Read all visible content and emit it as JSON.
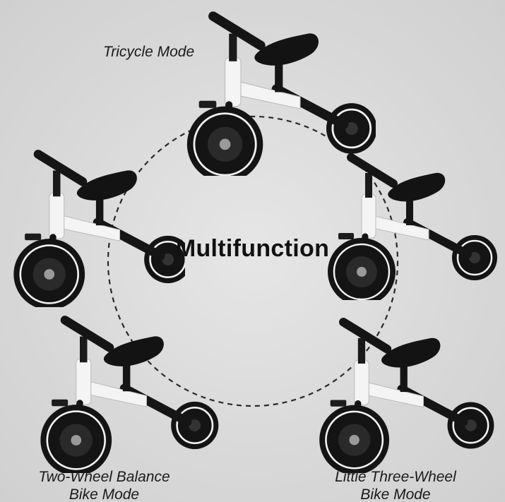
{
  "center_title": "Multifunction",
  "modes": [
    {
      "label": "Tricycle Mode"
    },
    {
      "label_line1": "Two-Wheel Balance",
      "label_line2": "Bike Mode"
    },
    {
      "label_line1": "Little Three-Wheel",
      "label_line2": "Bike Mode"
    }
  ],
  "colors": {
    "background": "#d9d9d9",
    "frame_black": "#151515",
    "frame_white": "#f4f4f4",
    "dashed_ring": "#2a2a2a"
  }
}
